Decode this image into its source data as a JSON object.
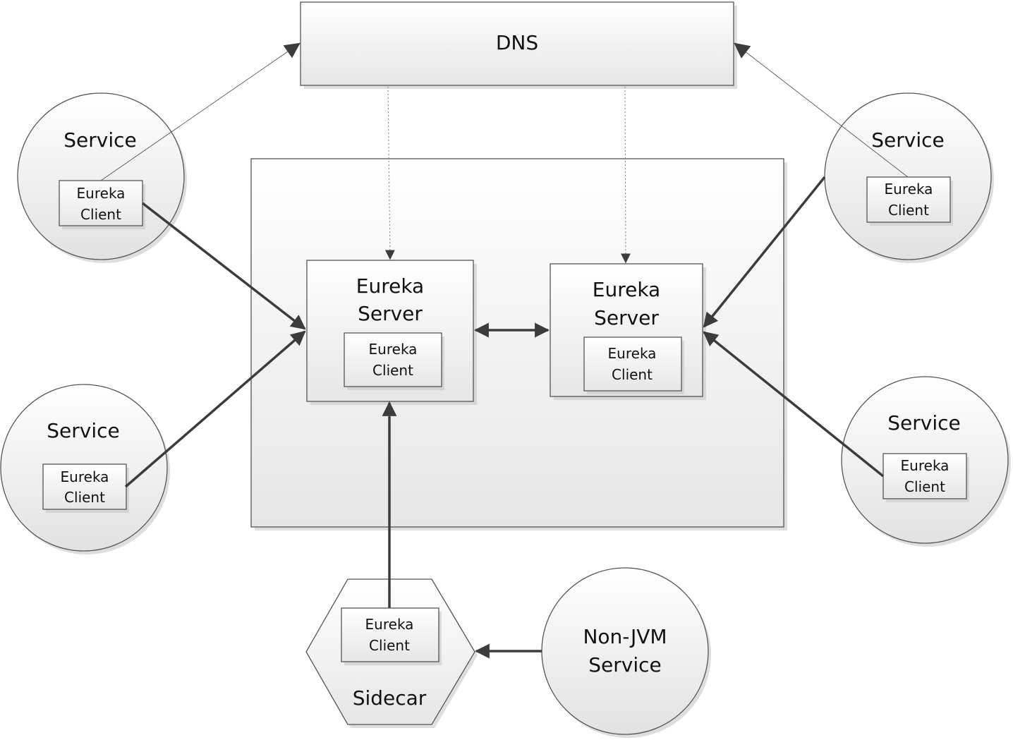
{
  "dns": {
    "label": "DNS"
  },
  "eureka_server_left": {
    "line1": "Eureka",
    "line2": "Server",
    "client_line1": "Eureka",
    "client_line2": "Client"
  },
  "eureka_server_right": {
    "line1": "Eureka",
    "line2": "Server",
    "client_line1": "Eureka",
    "client_line2": "Client"
  },
  "service_top_left": {
    "label": "Service",
    "client_line1": "Eureka",
    "client_line2": "Client"
  },
  "service_bottom_left": {
    "label": "Service",
    "client_line1": "Eureka",
    "client_line2": "Client"
  },
  "service_top_right": {
    "label": "Service",
    "client_line1": "Eureka",
    "client_line2": "Client"
  },
  "service_bottom_right": {
    "label": "Service",
    "client_line1": "Eureka",
    "client_line2": "Client"
  },
  "sidecar": {
    "label": "Sidecar",
    "client_line1": "Eureka",
    "client_line2": "Client"
  },
  "non_jvm_service": {
    "line1": "Non-JVM",
    "line2": "Service"
  },
  "colors": {
    "fill_light": "#ffffff",
    "fill_dark": "#e6e6e6",
    "stroke": "#555555",
    "arrow": "#3c3c3c"
  }
}
